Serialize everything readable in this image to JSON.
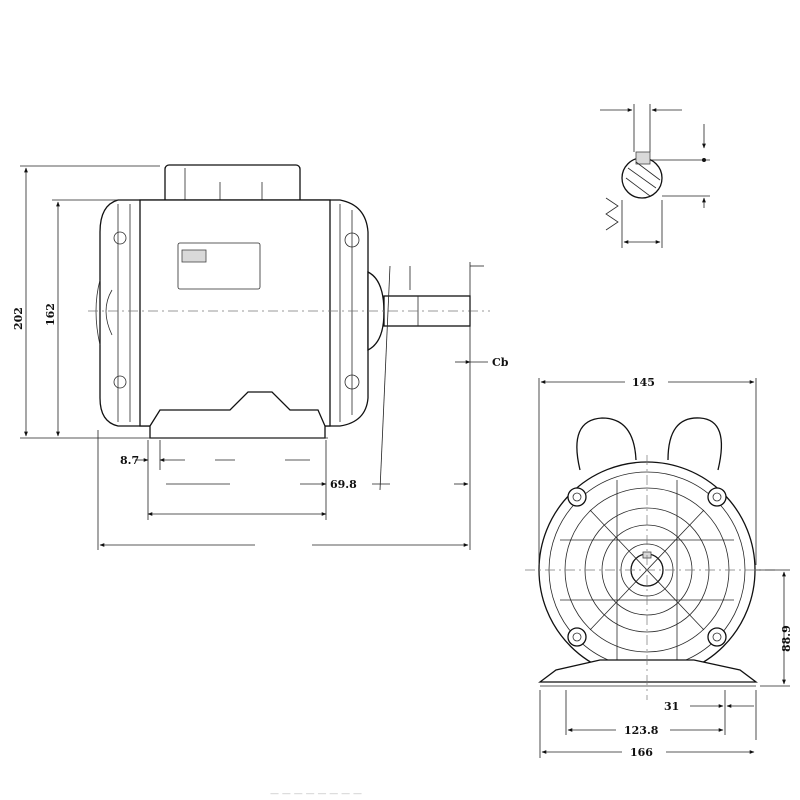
{
  "side_view": {
    "dim_overall_height": "202",
    "dim_body_height": "162",
    "dim_foot_offset": "8.7",
    "dim_shaft_extension": "69.8",
    "shaft_key_label": "Cb"
  },
  "end_view": {
    "dim_overall_width": "145",
    "dim_shaft_height": "88.9",
    "dim_foot_edge": "31",
    "dim_foot_span": "123.8",
    "dim_base_width": "166"
  },
  "footer": {
    "caption": "— — — — — — — —"
  }
}
